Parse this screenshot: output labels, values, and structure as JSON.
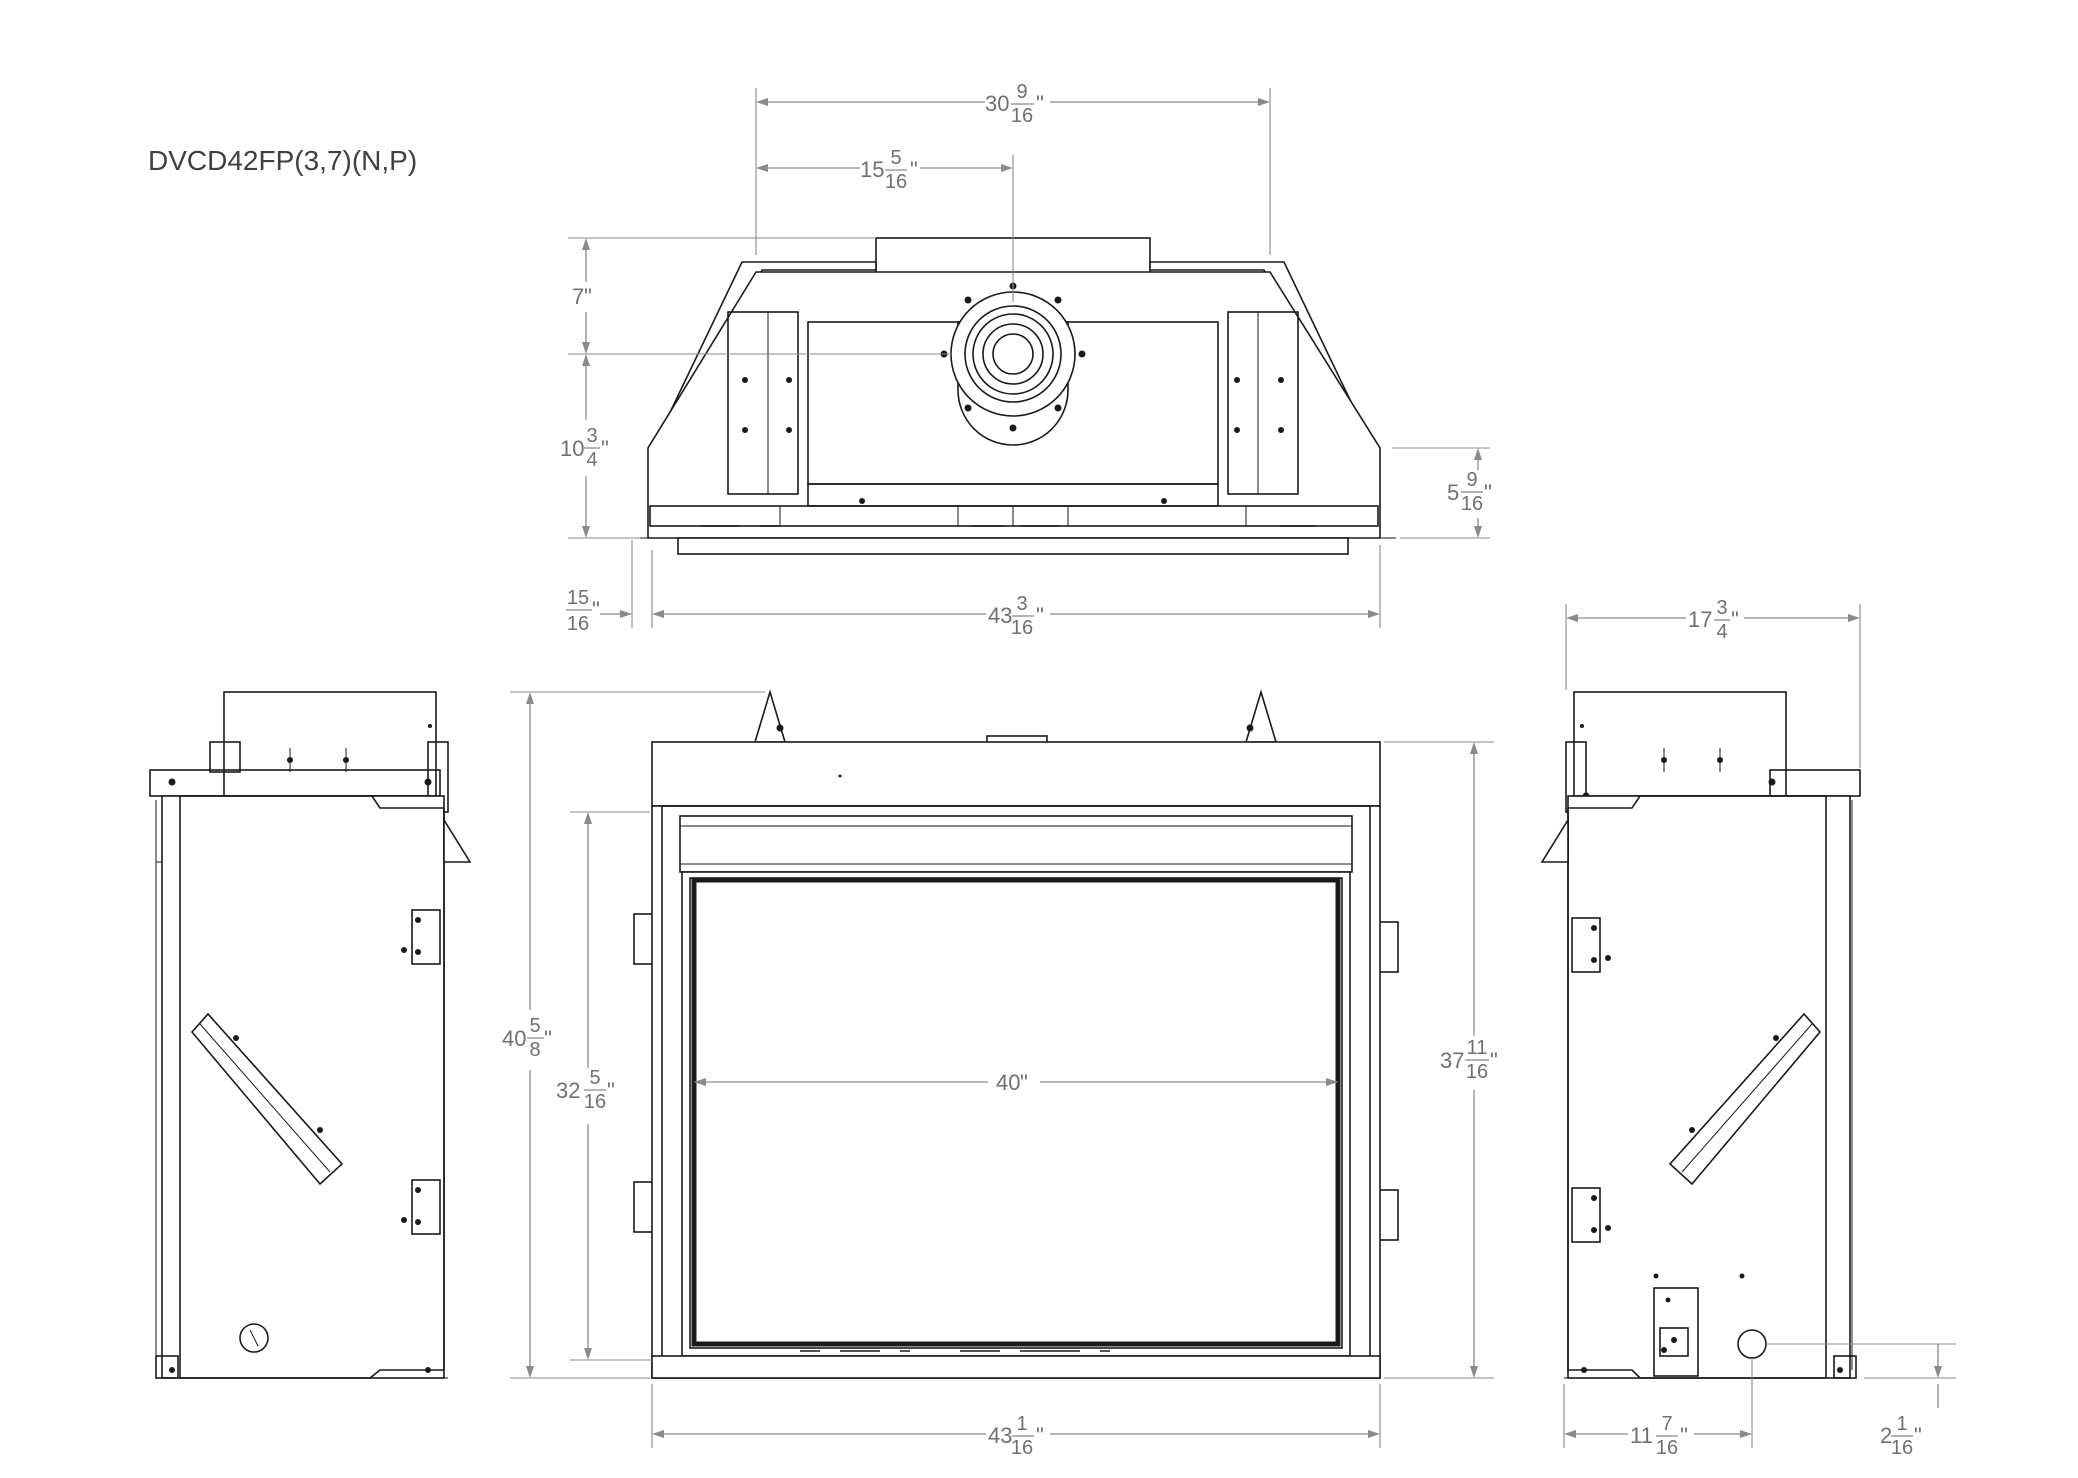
{
  "model": "DVCD42FP(3,7)(N,P)",
  "dims": {
    "top_overall_width": {
      "whole": "30",
      "num": "9",
      "den": "16",
      "unit": "\""
    },
    "top_center": {
      "whole": "15",
      "num": "5",
      "den": "16",
      "unit": "\""
    },
    "top_depth_upper": {
      "whole": "7",
      "num": "",
      "den": "",
      "unit": "\""
    },
    "top_depth_lower": {
      "whole": "10",
      "num": "3",
      "den": "4",
      "unit": "\""
    },
    "top_right_depth": {
      "whole": "5",
      "num": "9",
      "den": "16",
      "unit": "\""
    },
    "top_left_offset": {
      "whole": "",
      "num": "15",
      "den": "16",
      "unit": "\""
    },
    "top_base_width": {
      "whole": "43",
      "num": "3",
      "den": "16",
      "unit": "\""
    },
    "front_total_height": {
      "whole": "40",
      "num": "5",
      "den": "8",
      "unit": "\""
    },
    "front_opening_height": {
      "whole": "32",
      "num": "5",
      "den": "16",
      "unit": "\""
    },
    "front_opening_width": {
      "whole": "40",
      "num": "",
      "den": "",
      "unit": "\""
    },
    "front_frame_height": {
      "whole": "37",
      "num": "11",
      "den": "16",
      "unit": "\""
    },
    "front_bottom_width": {
      "whole": "43",
      "num": "1",
      "den": "16",
      "unit": "\""
    },
    "side_depth": {
      "whole": "17",
      "num": "3",
      "den": "4",
      "unit": "\""
    },
    "side_gas_offset": {
      "whole": "11",
      "num": "7",
      "den": "16",
      "unit": "\""
    },
    "side_gas_height": {
      "whole": "2",
      "num": "1",
      "den": "16",
      "unit": "\""
    }
  }
}
